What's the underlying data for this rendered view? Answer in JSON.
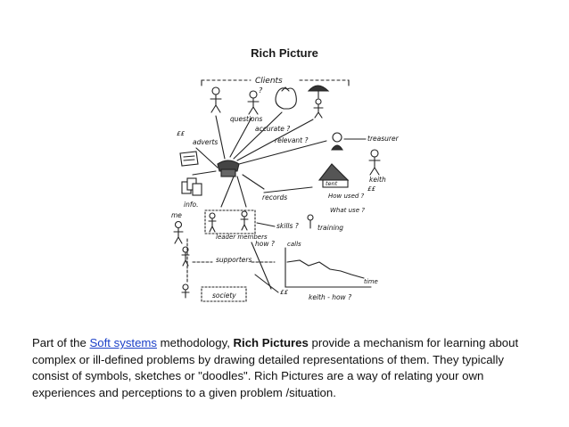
{
  "slide": {
    "title": "Rich Picture"
  },
  "sketch": {
    "labels": {
      "clients": "Clients",
      "questions": "questions",
      "accurate": "accurate ?",
      "relevant": "relevant ?",
      "adverts": "adverts",
      "treasurer": "treasurer",
      "info": "info.",
      "records": "records",
      "keith": "keith",
      "tent": "tent",
      "how_used": "How used ?",
      "what_use": "What use ?",
      "me": "me",
      "leader_members": "leader members",
      "skills": "skills ?",
      "training": "training",
      "how": "how ?",
      "calls": "calls",
      "supporters": "supporters",
      "time": "time",
      "society": "society",
      "keith_how": "keith - how ?",
      "pounds": "££"
    }
  },
  "caption": {
    "prefix": "Part of the ",
    "link": "Soft systems",
    "middle": " methodology, ",
    "bold": "Rich Pictures",
    "rest": " provide a mechanism for learning about complex or ill-defined problems by drawing detailed representations of them. They typically consist of symbols, sketches or \"doodles\". Rich Pictures are a way of relating your own experiences and perceptions to a given problem /situation."
  }
}
